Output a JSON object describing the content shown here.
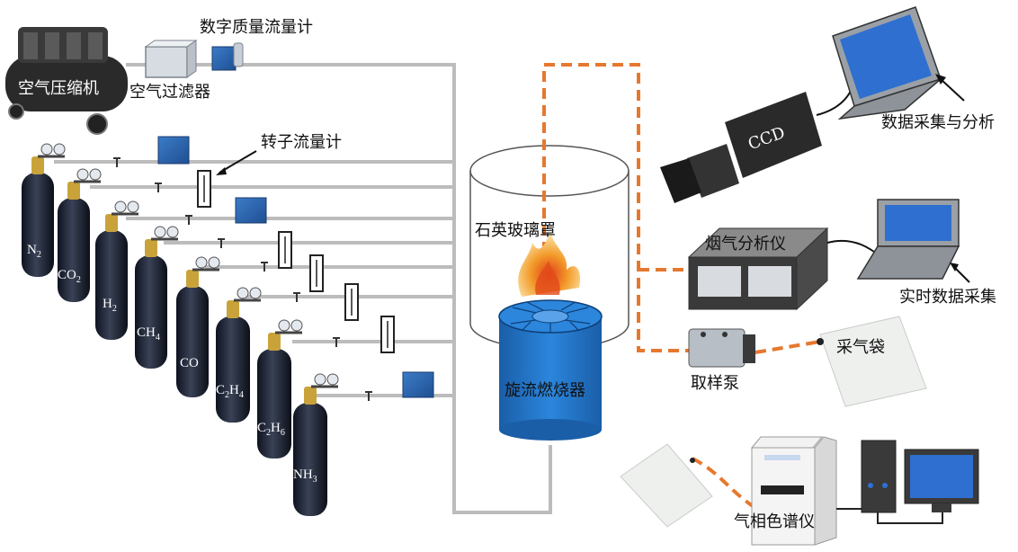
{
  "labels": {
    "air_compressor": "空气压缩机",
    "air_filter": "空气过滤器",
    "mass_flow_meter": "数字质量流量计",
    "rotameter": "转子流量计",
    "quartz_cover": "石英玻璃罩",
    "swirl_burner": "旋流燃烧器",
    "ccd": "CCD",
    "data_acq_analysis": "数据采集与分析",
    "flue_gas_analyzer": "烟气分析仪",
    "realtime_acq": "实时数据采集",
    "sampling_pump": "取样泵",
    "gas_bag": "采气袋",
    "gas_chromatograph": "气相色谱仪"
  },
  "cylinders": [
    {
      "name": "N",
      "sub": "2"
    },
    {
      "name": "CO",
      "sub": "2"
    },
    {
      "name": "H",
      "sub": "2"
    },
    {
      "name": "CH",
      "sub": "4"
    },
    {
      "name": "CO",
      "sub": ""
    },
    {
      "name": "C2H",
      "sub": "4",
      "prefix": "C",
      "mid": "2",
      "mid2": "H"
    },
    {
      "name": "C2H",
      "sub": "6",
      "prefix": "C",
      "mid": "2",
      "mid2": "H"
    },
    {
      "name": "NH",
      "sub": "3"
    }
  ],
  "colors": {
    "pipe": "#bcbcbc",
    "sample_line": "#e6782e",
    "cylinder": "#1c2230",
    "valve": "#c9a33a",
    "burner": "#1f6fc0",
    "screen": "#2f6fd0"
  }
}
